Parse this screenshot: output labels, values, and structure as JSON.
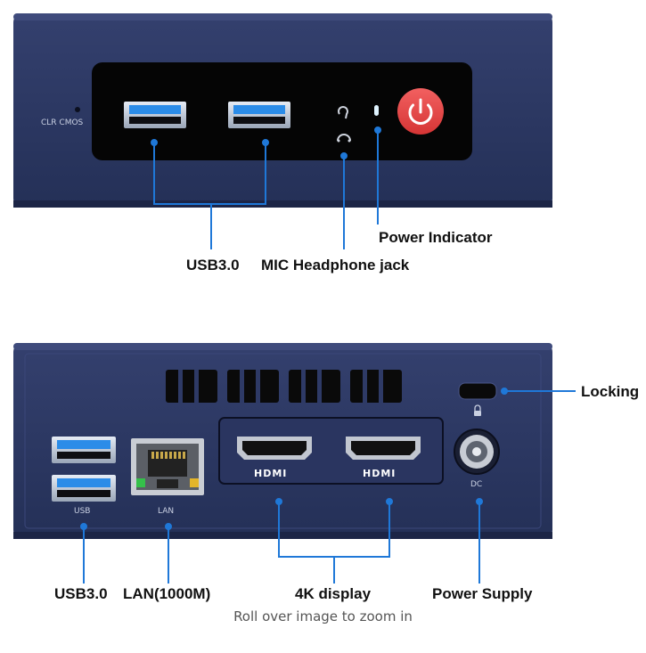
{
  "front": {
    "cmos_label": "CLR CMOS",
    "callouts": {
      "usb": "USB3.0",
      "audio": "MIC Headphone jack",
      "power_indicator": "Power Indicator"
    }
  },
  "rear": {
    "port_labels": {
      "usb": "USB",
      "lan": "LAN",
      "hdmi_1": "HDMI",
      "hdmi_2": "HDMI",
      "dc": "DC"
    },
    "callouts": {
      "locking": "Locking",
      "usb": "USB3.0",
      "lan": "LAN(1000M)",
      "display": "4K display",
      "power_supply": "Power Supply"
    }
  },
  "footer": {
    "hint": "Roll over image to zoom in"
  },
  "colors": {
    "chassis": "#2e3a66",
    "chassis_dark": "#1c2546",
    "panel": "#060606",
    "leader_line": "#1f78d8",
    "power_button": "#e84848",
    "usb_blue": "#2b8ce8"
  }
}
